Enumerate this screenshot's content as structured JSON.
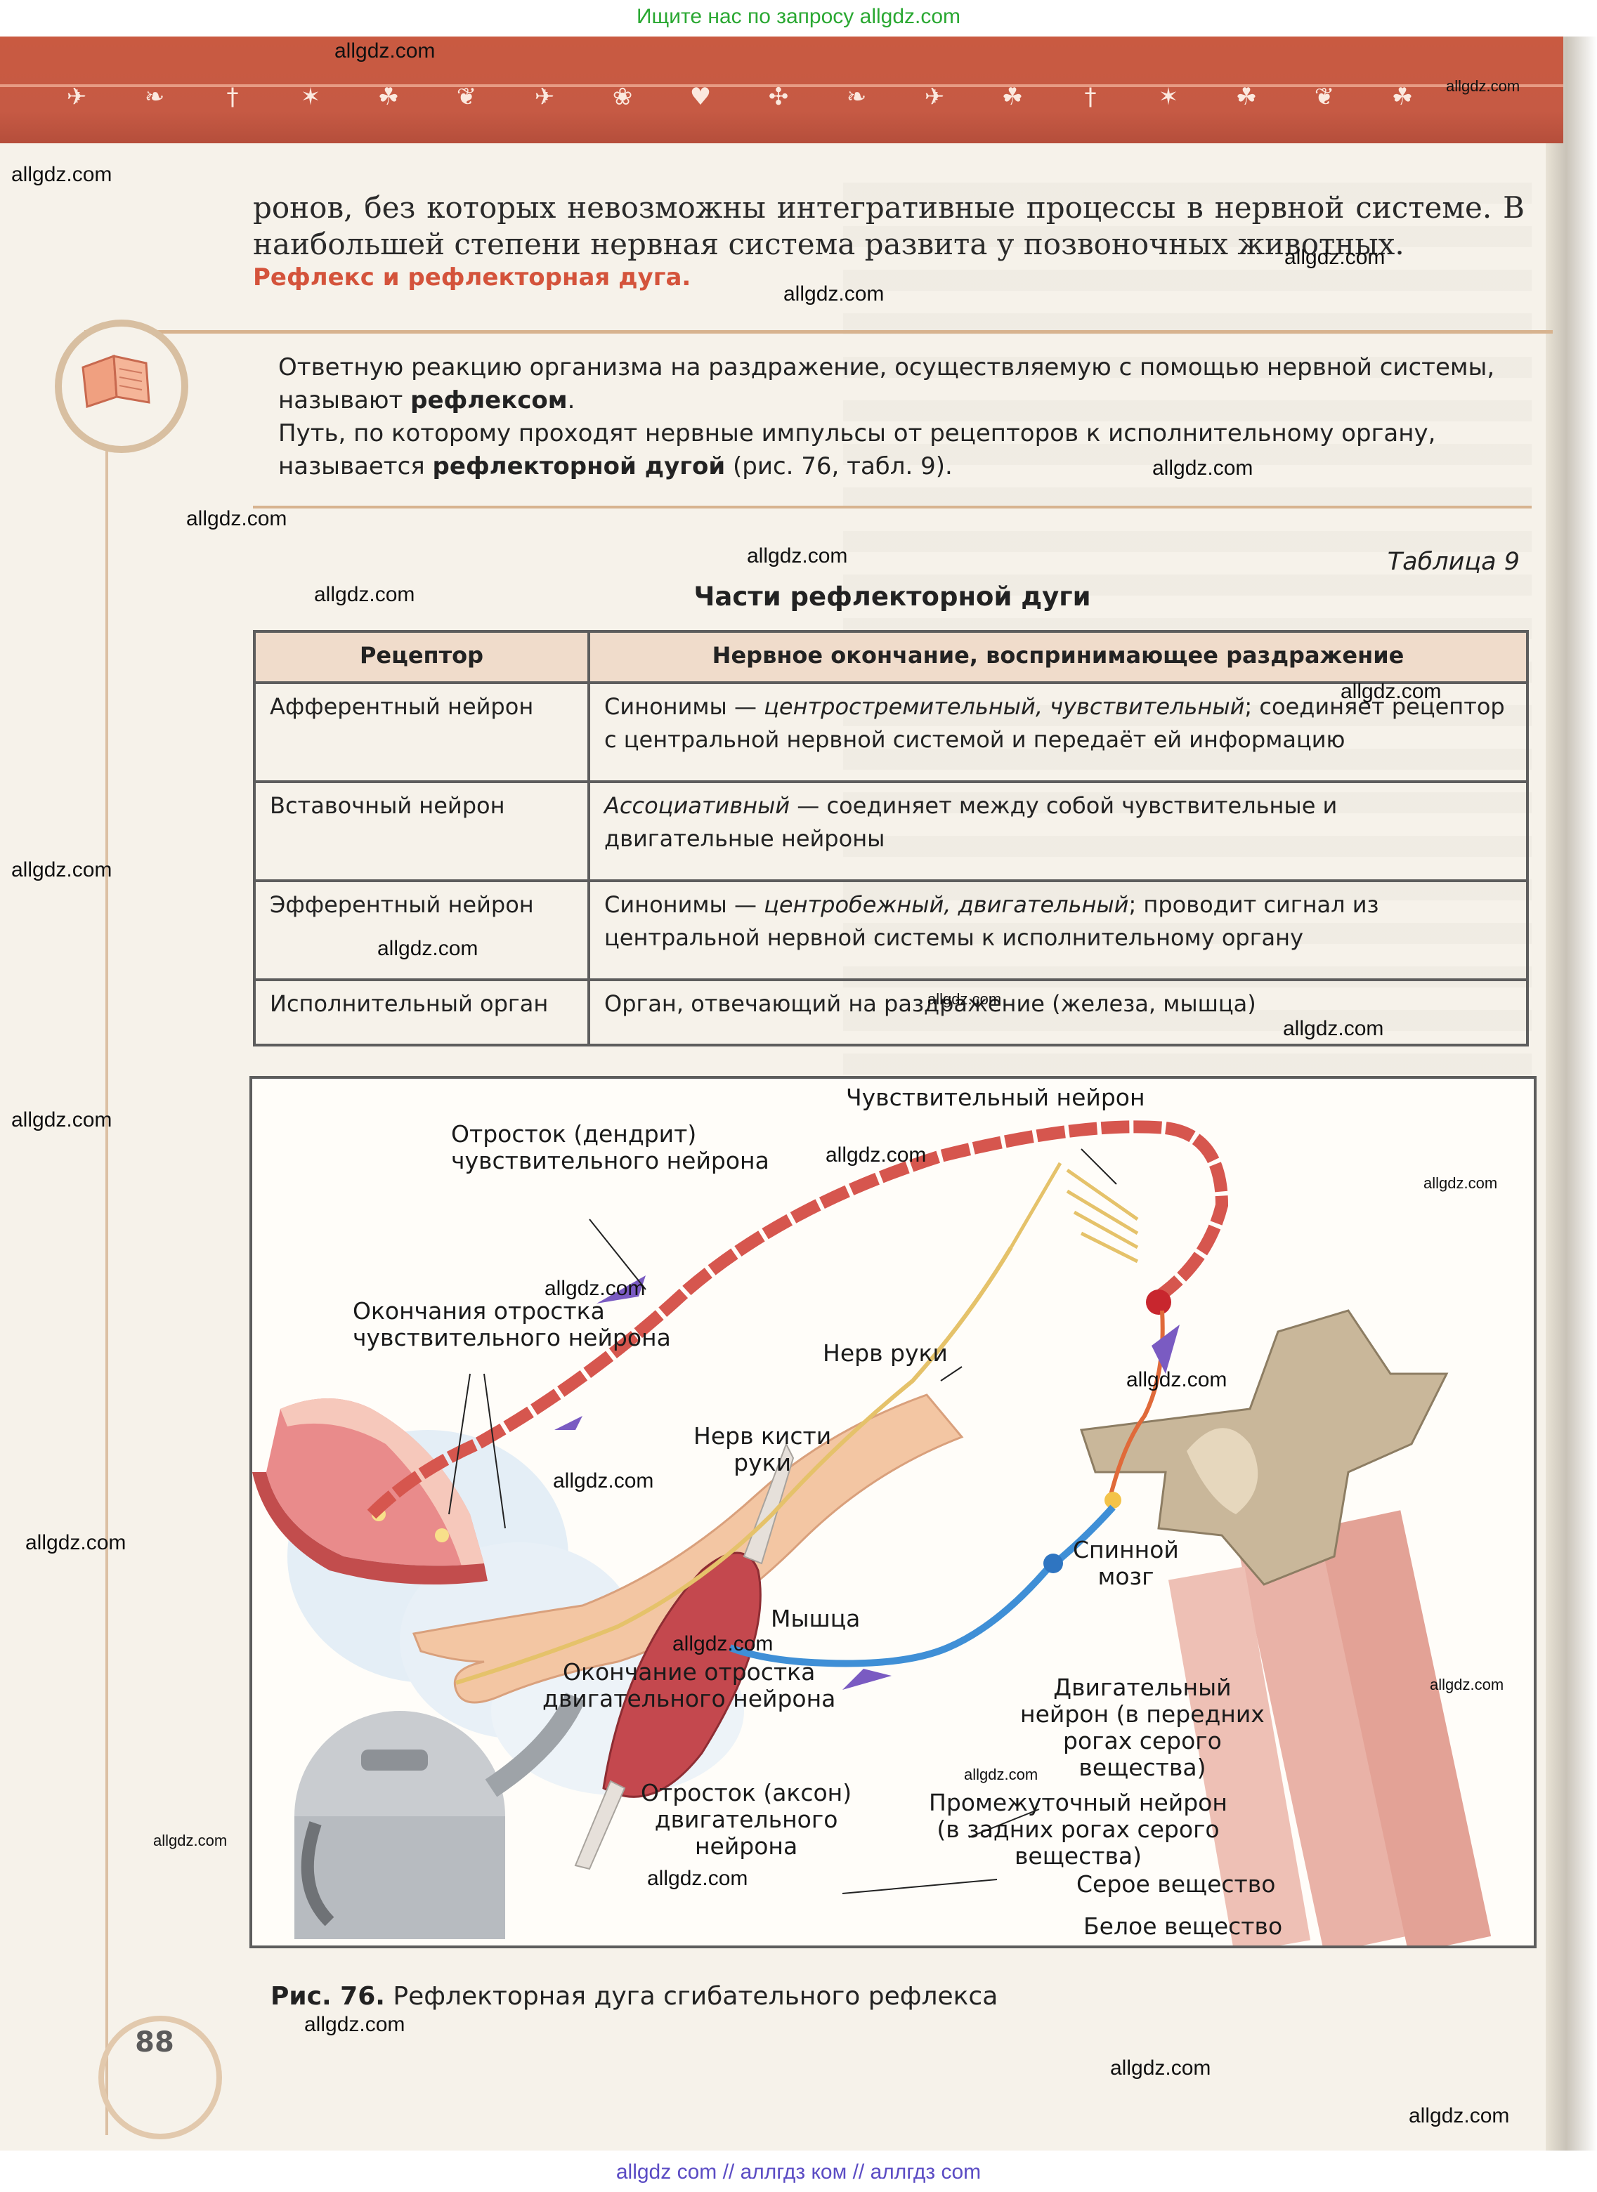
{
  "header": {
    "top_link": "Ищите нас по запросу allgdz.com",
    "bottom_link": "allgdz com  //  аллгдз ком  //  аллгдз com",
    "banner_animals": [
      "bird-icon",
      "deer-icon",
      "figure-icon",
      "insect-icon",
      "beast-icon",
      "lizard-icon",
      "bird-icon",
      "butterfly-icon",
      "boar-icon",
      "scorpion-icon",
      "deer-icon",
      "bird-icon",
      "beast-icon",
      "figure-icon",
      "insect-icon",
      "beast-icon",
      "lizard-icon",
      "leaf-icon"
    ]
  },
  "watermarks": {
    "items": [
      "allgdz.com",
      "allgdz.com",
      "allgdz.com",
      "allgdz.com",
      "allgdz.com",
      "allgdz.com",
      "allgdz.com",
      "allgdz.com",
      "allgdz.com",
      "allgdz.com",
      "allgdz.com",
      "allgdz.com",
      "allgdz.com",
      "allgdz.com",
      "allgdz.com",
      "allgdz.com",
      "allgdz.com",
      "allgdz.com",
      "allgdz.com",
      "allgdz.com",
      "allgdz.com",
      "allgdz.com",
      "allgdz.com",
      "allgdz.com",
      "allgdz.com",
      "allgdz.com",
      "allgdz.com",
      "allgdz.com",
      "allgdz.com",
      "allgdz.com"
    ]
  },
  "content": {
    "intro_text": "ронов, без которых невозможны интегративные процессы в нервной системе. В наибольшей степени нервная система развита у позвоночных животных.",
    "section_heading": "Рефлекс и рефлекторная дуга.",
    "def1_pre": "Ответную реакцию организма на раздражение, осуществляемую с помощью нервной системы, называют ",
    "def1_term": "рефлексом",
    "def1_post": ".",
    "def2_pre": "Путь, по которому проходят нервные импульсы от рецепторов к исполнительному органу, называется ",
    "def2_term": "рефлекторной дугой",
    "def2_post": " (рис. 76, табл. 9)."
  },
  "table": {
    "label": "Таблица 9",
    "title": "Части рефлекторной дуги",
    "header_left": "Рецептор",
    "header_right": "Нервное окончание, воспринимающее раздражение",
    "rows": [
      {
        "left": "Афферентный нейрон",
        "pre": "Синонимы — ",
        "italic": "центростремительный, чувствительный",
        "post": "; соединяет рецептор с центральной нервной системой и передаёт ей информацию"
      },
      {
        "left": "Вставочный нейрон",
        "pre": "",
        "italic": "Ассоциативный",
        "post": " — соединяет между собой чувствительные и двигательные нейроны"
      },
      {
        "left": "Эфферентный нейрон",
        "pre": "Синонимы — ",
        "italic": "центробежный, двигательный",
        "post": "; проводит сигнал из центральной нервной системы к исполнительному органу"
      },
      {
        "left": "Исполнительный орган",
        "pre": "",
        "italic": "",
        "post": "Орган, отвечающий на раздражение (железа, мышца)"
      }
    ]
  },
  "figure": {
    "labels": {
      "sensory_neuron": "Чувствительный нейрон",
      "dendrite_1": "Отросток (дендрит)",
      "dendrite_2": "чувствительного нейрона",
      "endings_1": "Окончания отростка",
      "endings_2": "чувствительного нейрона",
      "arm_nerve": "Нерв руки",
      "hand_nerve_1": "Нерв кисти",
      "hand_nerve_2": "руки",
      "spinal_1": "Спинной",
      "spinal_2": "мозг",
      "muscle": "Мышца",
      "motor_ending_1": "Окончание отростка",
      "motor_ending_2": "двигательного нейрона",
      "motor_neuron_1": "Двигательный",
      "motor_neuron_2": "нейрон (в передних",
      "motor_neuron_3": "рогах серого",
      "motor_neuron_4": "вещества)",
      "axon_1": "Отросток (аксон)",
      "axon_2": "двигательного",
      "axon_3": "нейрона",
      "inter_1": "Промежуточный нейрон",
      "inter_2": "(в задних рогах серого",
      "inter_3": "вещества)",
      "grey": "Серое вещество",
      "white": "Белое вещество"
    },
    "caption_num": "Рис. 76.",
    "caption_text": " Рефлекторная дуга сгибательного рефлекса"
  },
  "page_number": "88",
  "colors": {
    "banner": "#c95a41",
    "heading": "#d4533b",
    "table_header": "#f0dccb",
    "watermark_top": "#2aa832",
    "watermark_bottom": "#5b4cc4"
  }
}
